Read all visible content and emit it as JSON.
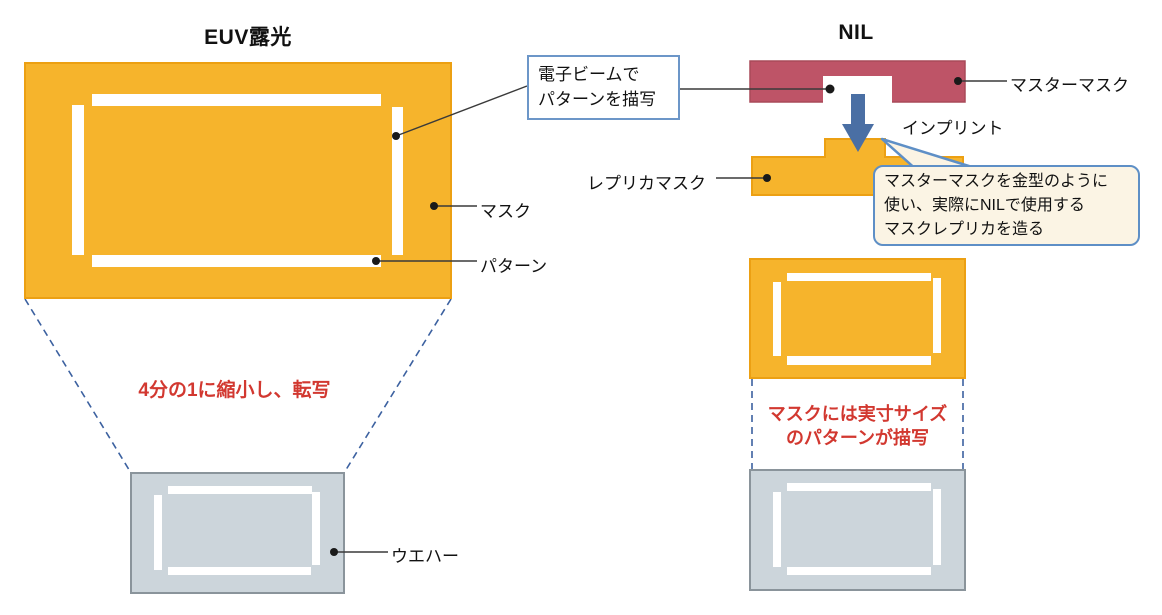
{
  "diagram": {
    "left": {
      "title": "EUV露光",
      "mask_label": "マスク",
      "pattern_label": "パターン",
      "wafer_label": "ウエハー",
      "reduction_note": "4分の1に縮小し、転写"
    },
    "right": {
      "title": "NIL",
      "master_mask_label": "マスターマスク",
      "imprint_label": "インプリント",
      "replica_mask_label": "レプリカマスク",
      "size_note_line1": "マスクには実寸サイズ",
      "size_note_line2": "のパターンが描写"
    },
    "callouts": {
      "ebeam_line1": "電子ビームで",
      "ebeam_line2": "パターンを描写",
      "replica_line1": "マスターマスクを金型のように",
      "replica_line2": "使い、実際にNILで使用する",
      "replica_line3": "マスクレプリカを造る"
    }
  },
  "colors": {
    "mask_yellow": "#F6B42C",
    "mask_border": "#ECA013",
    "master_red": "#BE5467",
    "master_red_border": "#A94A59",
    "wafer_gray": "#CCD5DB",
    "wafer_border": "#8A949B",
    "arrow_blue": "#4A6FA4",
    "dashed_blue": "#3C61A0",
    "red_text": "#D23830",
    "callout_border": "#6C96C8",
    "bubble_fill": "#FBF4E4",
    "bubble_border": "#5E8FC6",
    "connector": "#3A3A3A",
    "pattern_white": "#FFFFFF"
  }
}
